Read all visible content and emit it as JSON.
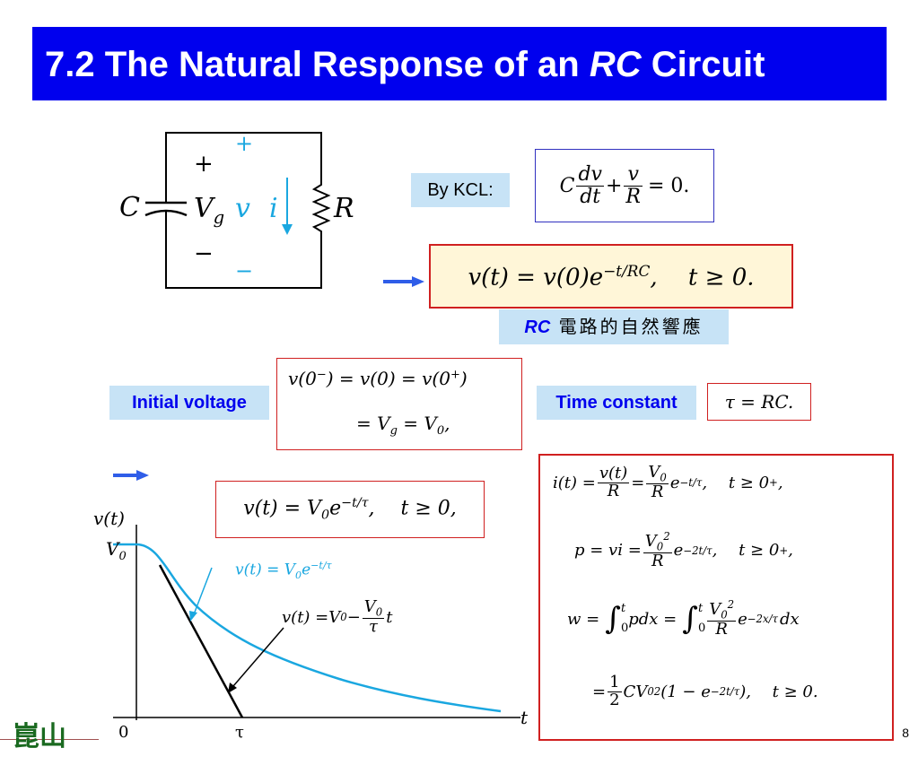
{
  "title": {
    "prefix": "7.2  The Natural Response of an ",
    "italic": "RC",
    "suffix": " Circuit"
  },
  "circuit": {
    "cap_label": "C",
    "vg_main": "V",
    "vg_sub": "g",
    "v_label": "v",
    "i_label": "i",
    "r_label": "R",
    "plus_black": "+",
    "minus_black": "−",
    "plus_blue": "+",
    "minus_blue": "−",
    "colors": {
      "blue": "#1aa7e0"
    }
  },
  "kcl": {
    "label": "By KCL:"
  },
  "eq_kcl": {
    "c": "C",
    "num1": "dv",
    "den1": "dt",
    "plus": "+",
    "num2": "v",
    "den2": "R",
    "rest": "= 0."
  },
  "eq_natural": {
    "lhs": "v(t) = v(0)e",
    "exp": "−t/RC",
    "cond": ",  t ≥ 0."
  },
  "rc_label": {
    "bold": "RC",
    "chinese": " 電路的自然響應"
  },
  "initial_voltage": {
    "label": "Initial voltage",
    "line1_a": "v(0",
    "line1_b": "−",
    "line1_c": ") = v(0) = v(0",
    "line1_d": "+",
    "line1_e": ")",
    "line2_a": "= V",
    "line2_b": "g",
    "line2_c": " = V",
    "line2_d": "0",
    "line2_e": ","
  },
  "time_constant": {
    "label": "Time constant",
    "eq": "τ = RC."
  },
  "eq_v0": {
    "a": "v(t) = V",
    "b": "0",
    "c": "e",
    "exp": "−t/τ",
    "cond": ",  t ≥ 0,"
  },
  "graph": {
    "ylabel": "v(t)",
    "v0_label_main": "V",
    "v0_label_sub": "0",
    "xlabel": "t",
    "origin": "0",
    "tau": "τ",
    "curve_label_a": "v(t) = V",
    "curve_label_b": "0",
    "curve_label_c": "e",
    "curve_label_exp": "−t/τ",
    "line_label_a": "v(t) =V",
    "line_label_b": "0",
    "line_label_c": " − ",
    "line_label_num_a": "V",
    "line_label_num_b": "0",
    "line_label_den": "τ",
    "line_label_t": " t",
    "colors": {
      "curve": "#1aa7e0",
      "line": "#000000"
    }
  },
  "eq_right": {
    "i_lhs": "i(t) =",
    "i_num1": "v(t)",
    "i_den1": "R",
    "i_eq": "=",
    "i_num2a": "V",
    "i_num2b": "0",
    "i_den2": "R",
    "i_e": "e",
    "i_exp": "−t/τ",
    "i_cond_a": ",  t ≥ 0",
    "i_cond_b": "+",
    "i_cond_c": ",",
    "p_lhs": "p = vi =",
    "p_num_a": "V",
    "p_num_b": "0",
    "p_num_c": "2",
    "p_den": "R",
    "p_e": "e",
    "p_exp": "−2t/τ",
    "p_cond_a": ",  t ≥ 0",
    "p_cond_b": "+",
    "p_cond_c": ",",
    "w_lhs": "w =",
    "w_int": "∫",
    "w_upper": "t",
    "w_lower": "0",
    "w_body1": " pdx =",
    "w_num_a": "V",
    "w_num_b": "0",
    "w_num_c": "2",
    "w_den": "R",
    "w_e": "e",
    "w_exp": "−2x/τ",
    "w_dx": "dx",
    "last_eq": "=",
    "last_num": "1",
    "last_den": "2",
    "last_a": "CV",
    "last_b": "0",
    "last_c": "2",
    "last_d": "(1 − e",
    "last_exp": "−2t/τ",
    "last_e": "),  t ≥ 0."
  },
  "page_number": "8",
  "logo": {
    "text": "崑山"
  }
}
